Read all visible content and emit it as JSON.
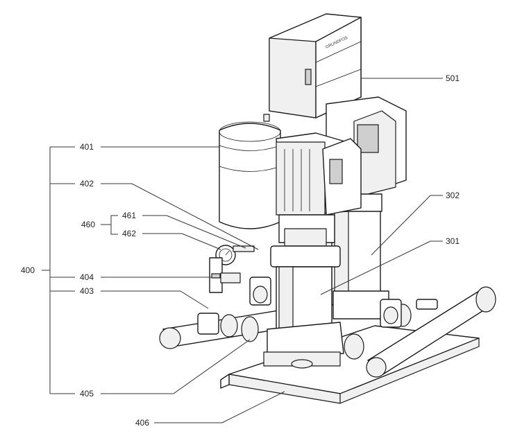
{
  "labels": {
    "l400": "400",
    "l401": "401",
    "l402": "402",
    "l403": "403",
    "l404": "404",
    "l405": "405",
    "l406": "406",
    "l460": "460",
    "l461": "461",
    "l462": "462",
    "l501": "501",
    "l302": "302",
    "l301": "301"
  },
  "colors": {
    "line": "#333333",
    "outline": "#1a1a1a",
    "fill": "#ffffff"
  }
}
